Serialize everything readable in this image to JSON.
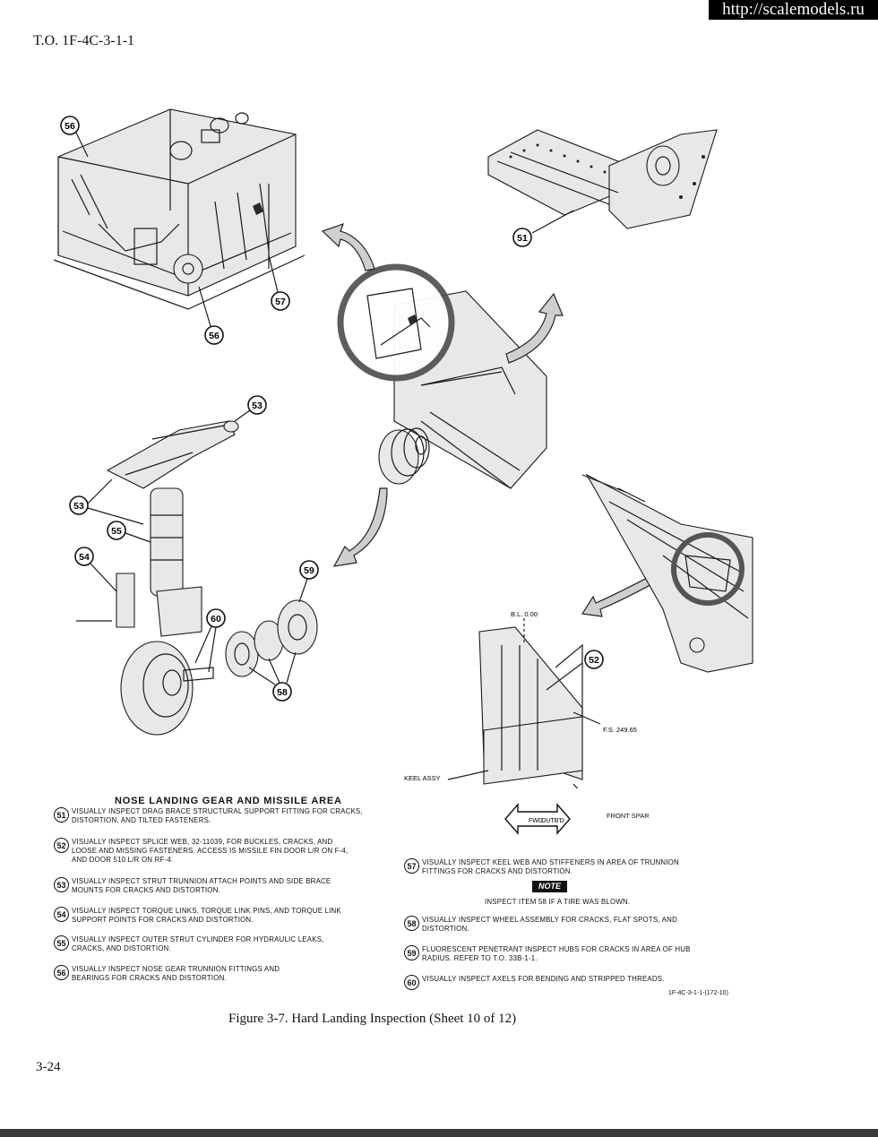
{
  "watermark": "http://scalemodels.ru",
  "doc_number": "T.O. 1F-4C-3-1-1",
  "callouts": {
    "c51": "51",
    "c52": "52",
    "c53": "53",
    "c54": "54",
    "c55": "55",
    "c56a": "56",
    "c56b": "56",
    "c57": "57",
    "c58": "58",
    "c59": "59",
    "c60": "60"
  },
  "diagram_labels": {
    "bl": "B.L. 0.00",
    "fs": "F.S. 249.65",
    "keel": "KEEL ASSY",
    "front_spar": "FRONT SPAR",
    "fwd": "FWD",
    "outbd": "OUTB'D"
  },
  "section_title": "NOSE LANDING GEAR AND MISSILE AREA",
  "items_left": [
    {
      "num": "51",
      "text": "VISUALLY INSPECT DRAG BRACE STRUCTURAL SUPPORT FITTING FOR CRACKS,\nDISTORTION, AND TILTED FASTENERS."
    },
    {
      "num": "52",
      "text": "VISUALLY INSPECT SPLICE WEB, 32-11039, FOR BUCKLES, CRACKS, AND\nLOOSE AND MISSING FASTENERS. ACCESS IS MISSILE FIN DOOR L/R ON F-4,\nAND DOOR 510 L/R ON RF-4."
    },
    {
      "num": "53",
      "text": "VISUALLY INSPECT STRUT TRUNNION ATTACH POINTS AND SIDE BRACE\nMOUNTS FOR CRACKS AND DISTORTION."
    },
    {
      "num": "54",
      "text": "VISUALLY INSPECT TORQUE LINKS, TORQUE LINK PINS, AND TORQUE LINK\nSUPPORT POINTS FOR CRACKS AND DISTORTION."
    },
    {
      "num": "55",
      "text": "VISUALLY INSPECT OUTER STRUT CYLINDER FOR HYDRAULIC LEAKS,\nCRACKS, AND DISTORTION."
    },
    {
      "num": "56",
      "text": "VISUALLY INSPECT NOSE GEAR TRUNNION FITTINGS AND\nBEARINGS FOR CRACKS AND DISTORTION."
    }
  ],
  "items_right": [
    {
      "num": "57",
      "text": "VISUALLY INSPECT KEEL WEB AND STIFFENERS IN AREA OF TRUNNION\nFITTINGS FOR CRACKS AND DISTORTION."
    },
    {
      "num": "58",
      "text": "VISUALLY INSPECT WHEEL ASSEMBLY FOR CRACKS, FLAT SPOTS, AND\nDISTORTION."
    },
    {
      "num": "59",
      "text": "FLUORESCENT PENETRANT INSPECT HUBS FOR CRACKS IN AREA OF HUB\nRADIUS. REFER TO T.O. 33B-1-1."
    },
    {
      "num": "60",
      "text": "VISUALLY INSPECT AXELS FOR BENDING AND STRIPPED THREADS."
    }
  ],
  "note": {
    "badge": "NOTE",
    "text": "INSPECT ITEM 58 IF A TIRE WAS BLOWN."
  },
  "figure_id": "1F-4C-3-1-1-(172-10)",
  "figure_caption": "Figure 3-7. Hard Landing Inspection (Sheet 10 of 12)",
  "page_number": "3-24"
}
